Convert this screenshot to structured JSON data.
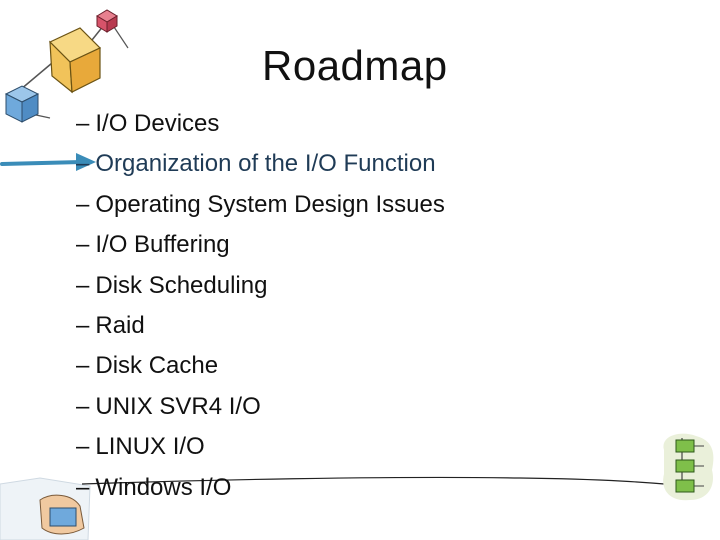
{
  "slide": {
    "title": "Roadmap",
    "bullet_marker": "–",
    "current_item_index": 1,
    "items": [
      "I/O Devices",
      "Organization of the I/O Function",
      "Operating System Design Issues",
      "I/O Buffering",
      "Disk Scheduling",
      "Raid",
      "Disk Cache",
      "UNIX SVR4 I/O",
      "LINUX I/O",
      "Windows I/O"
    ]
  },
  "colors": {
    "arrow": "#3a8cb8",
    "current_text": "#1f3b56",
    "clipart_yellow": "#f1c35a",
    "clipart_blue": "#6fa9dc",
    "clipart_red": "#d7536a",
    "flowchart_green": "#7fbf4a"
  },
  "icons": {
    "arrow": "pointer-arrow-icon",
    "top_left": "network-cubes-clipart",
    "bottom_left": "hand-holding-card-clipart",
    "bottom_right": "flowchart-clipart"
  }
}
